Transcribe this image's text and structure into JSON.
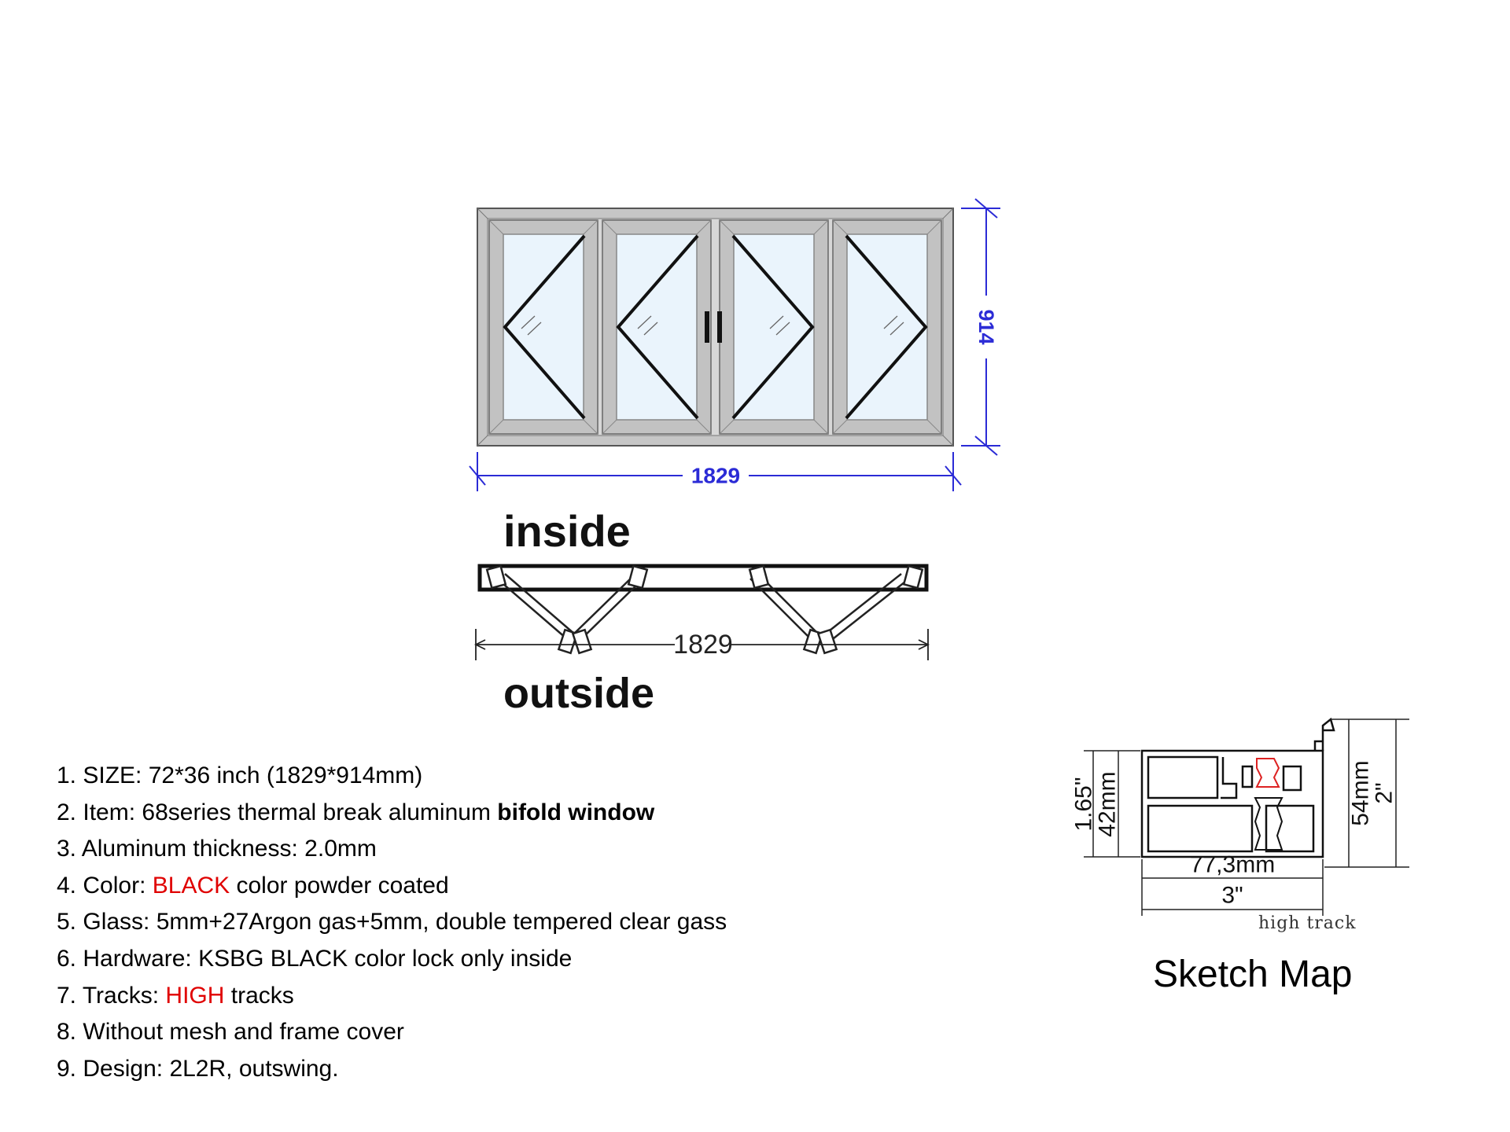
{
  "elevation": {
    "width_label": "1829",
    "height_label": "914"
  },
  "plan": {
    "inside_label": "inside",
    "outside_label": "outside",
    "width_label": "1829"
  },
  "section": {
    "height_in_label": "1.65\"",
    "height_mm_label": "42mm",
    "width_mm_label": "77,3mm",
    "width_in_label": "3\"",
    "total_mm_label": "54mm",
    "total_in_label": "2\"",
    "note": "high track",
    "title": "Sketch Map"
  },
  "specs": [
    {
      "number": "1.",
      "label": "SIZE:",
      "text": "72*36 inch (1829*914mm)"
    },
    {
      "number": "2.",
      "label": "Item:",
      "text": "68series thermal break aluminum",
      "emphasis": "bifold window"
    },
    {
      "number": "3.",
      "label": "Aluminum thickness:",
      "text": "2.0mm"
    },
    {
      "number": "4.",
      "label": "Color:",
      "highlight": "BLACK",
      "text": "color powder coated"
    },
    {
      "number": "5.",
      "label": "Glass:",
      "text": "5mm+27Argon gas+5mm, double tempered clear gass"
    },
    {
      "number": "6.",
      "label": "Hardware:",
      "text": "KSBG BLACK color lock only inside"
    },
    {
      "number": "7.",
      "label": "Tracks:",
      "highlight": "HIGH",
      "text": "tracks"
    },
    {
      "number": "8.",
      "text": "Without mesh and frame cover"
    },
    {
      "number": "9.",
      "label": "Design:",
      "text": "2L2R, outswing."
    }
  ],
  "colors": {
    "dimension": "#2b2bd6",
    "highlight": "#e00000",
    "frame": "#b8b8b8",
    "glass": "#eaf4fc"
  }
}
